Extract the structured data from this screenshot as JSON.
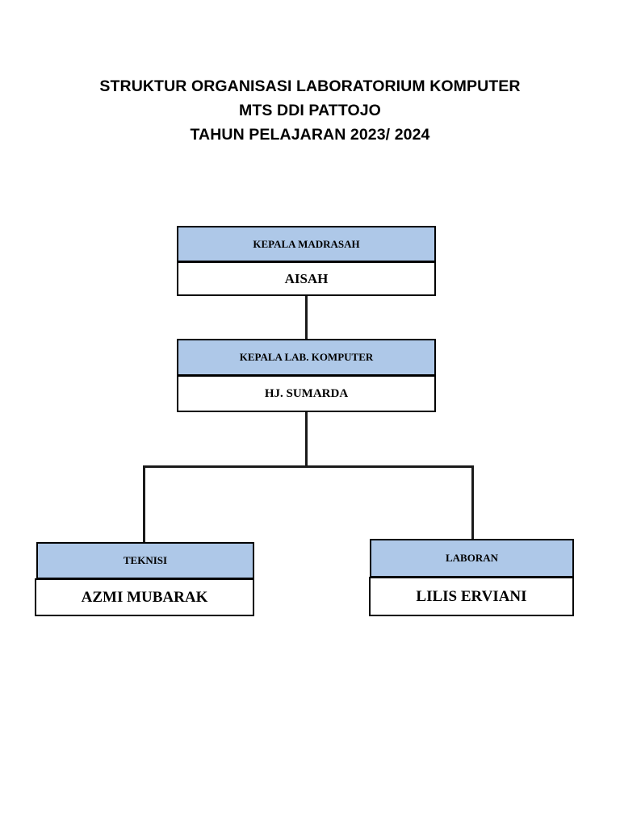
{
  "document": {
    "title_lines": [
      "STRUKTUR ORGANISASI LABORATORIUM KOMPUTER",
      "MTS DDI PATTOJO",
      "TAHUN PELAJARAN 2023/ 2024"
    ]
  },
  "theme": {
    "header_fill": "#AEC8E8",
    "body_fill": "#FFFFFF",
    "border_color": "#000000",
    "text_color": "#000000",
    "page_background": "#FFFFFF"
  },
  "org_chart": {
    "type": "hierarchy",
    "nodes": [
      {
        "id": "kepala-madrasah",
        "position_title": "KEPALA MADRASAH",
        "person_name": "AISAH",
        "level": 1,
        "parent": null
      },
      {
        "id": "kepala-lab",
        "position_title": "KEPALA LAB. KOMPUTER",
        "person_name": "HJ. SUMARDA",
        "level": 2,
        "parent": "kepala-madrasah"
      },
      {
        "id": "teknisi",
        "position_title": "TEKNISI",
        "person_name": "AZMI MUBARAK",
        "level": 3,
        "parent": "kepala-lab"
      },
      {
        "id": "laboran",
        "position_title": "LABORAN",
        "person_name": "LILIS ERVIANI",
        "level": 3,
        "parent": "kepala-lab"
      }
    ],
    "connections": [
      {
        "from": "kepala-madrasah",
        "to": "kepala-lab"
      },
      {
        "from": "kepala-lab",
        "to": "teknisi"
      },
      {
        "from": "kepala-lab",
        "to": "laboran"
      }
    ]
  }
}
